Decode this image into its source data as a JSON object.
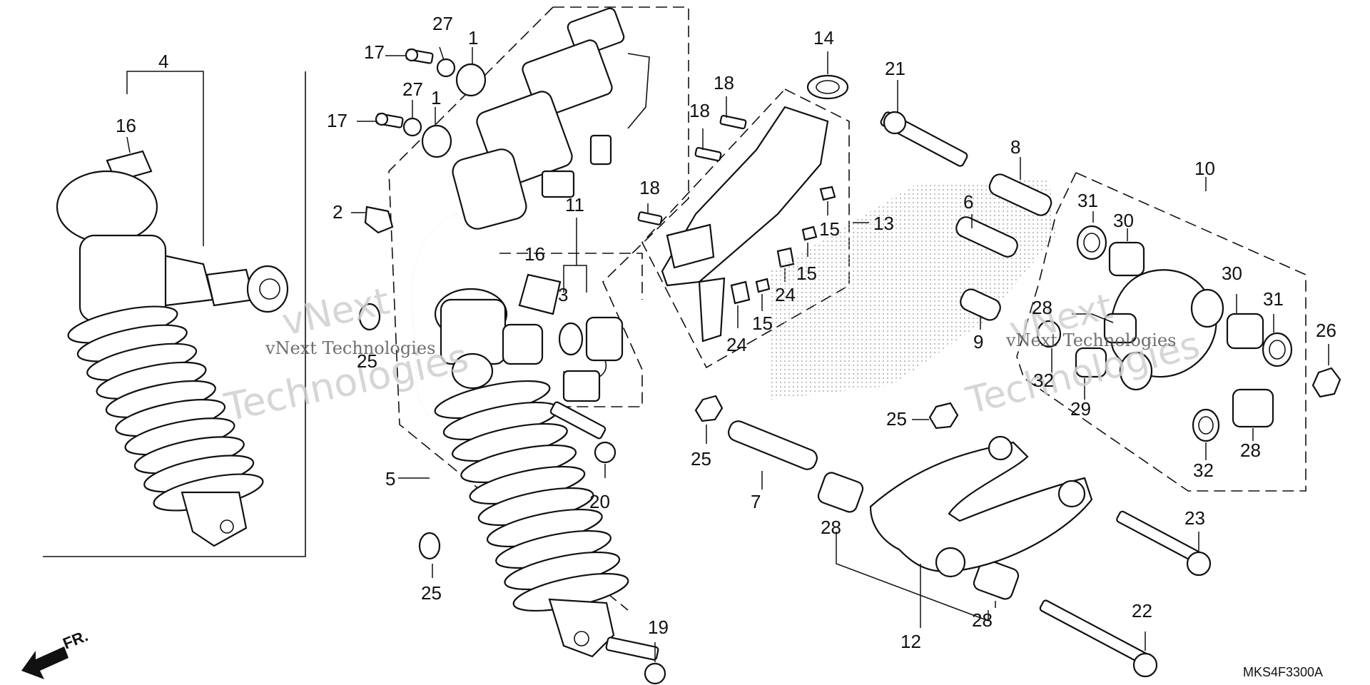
{
  "diagram": {
    "watermark_lines": [
      "vNext",
      "Technologies"
    ],
    "watermark_inline": "vNext Technologies",
    "figure_code": "MKS4F3300A",
    "front_marker": "FR."
  },
  "callouts": [
    {
      "id": "c4",
      "text": "4"
    },
    {
      "id": "c16a",
      "text": "16"
    },
    {
      "id": "c17a",
      "text": "17"
    },
    {
      "id": "c27a",
      "text": "27"
    },
    {
      "id": "c1a",
      "text": "1"
    },
    {
      "id": "c27b",
      "text": "27"
    },
    {
      "id": "c17b",
      "text": "17"
    },
    {
      "id": "c1b",
      "text": "1"
    },
    {
      "id": "c2",
      "text": "2"
    },
    {
      "id": "c25a",
      "text": "25"
    },
    {
      "id": "c16b",
      "text": "16"
    },
    {
      "id": "c11",
      "text": "11"
    },
    {
      "id": "c3",
      "text": "3"
    },
    {
      "id": "c5",
      "text": "5"
    },
    {
      "id": "c20",
      "text": "20"
    },
    {
      "id": "c25b",
      "text": "25"
    },
    {
      "id": "c19",
      "text": "19"
    },
    {
      "id": "c14",
      "text": "14"
    },
    {
      "id": "c18a",
      "text": "18"
    },
    {
      "id": "c18b",
      "text": "18"
    },
    {
      "id": "c18c",
      "text": "18"
    },
    {
      "id": "c13",
      "text": "13"
    },
    {
      "id": "c15a",
      "text": "15"
    },
    {
      "id": "c15b",
      "text": "15"
    },
    {
      "id": "c24a",
      "text": "24"
    },
    {
      "id": "c15c",
      "text": "15"
    },
    {
      "id": "c24b",
      "text": "24"
    },
    {
      "id": "c21",
      "text": "21"
    },
    {
      "id": "c8",
      "text": "8"
    },
    {
      "id": "c6",
      "text": "6"
    },
    {
      "id": "c9",
      "text": "9"
    },
    {
      "id": "c25c",
      "text": "25"
    },
    {
      "id": "c25d",
      "text": "25"
    },
    {
      "id": "c7",
      "text": "7"
    },
    {
      "id": "c28a",
      "text": "28"
    },
    {
      "id": "c12",
      "text": "12"
    },
    {
      "id": "c28b",
      "text": "28"
    },
    {
      "id": "c10",
      "text": "10"
    },
    {
      "id": "c31a",
      "text": "31"
    },
    {
      "id": "c30a",
      "text": "30"
    },
    {
      "id": "c28c",
      "text": "28"
    },
    {
      "id": "c32a",
      "text": "32"
    },
    {
      "id": "c29",
      "text": "29"
    },
    {
      "id": "c30b",
      "text": "30"
    },
    {
      "id": "c31b",
      "text": "31"
    },
    {
      "id": "c26",
      "text": "26"
    },
    {
      "id": "c32b",
      "text": "32"
    },
    {
      "id": "c28d",
      "text": "28"
    },
    {
      "id": "c23",
      "text": "23"
    },
    {
      "id": "c22",
      "text": "22"
    }
  ]
}
